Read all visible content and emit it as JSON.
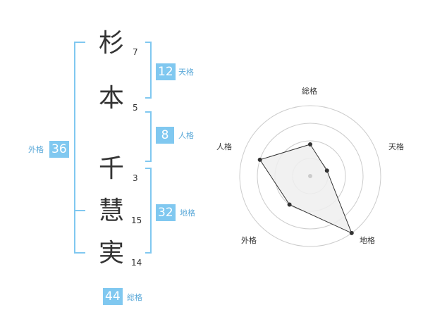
{
  "name": {
    "surname": [
      {
        "char": "杉",
        "strokes": "7"
      },
      {
        "char": "本",
        "strokes": "5"
      }
    ],
    "given": [
      {
        "char": "千",
        "strokes": "3"
      },
      {
        "char": "慧",
        "strokes": "15"
      },
      {
        "char": "実",
        "strokes": "14"
      }
    ]
  },
  "kaku": {
    "tenkaku": {
      "value": "12",
      "label": "天格"
    },
    "jinkaku": {
      "value": "8",
      "label": "人格"
    },
    "chikaku": {
      "value": "32",
      "label": "地格"
    },
    "gaikaku": {
      "value": "36",
      "label": "外格"
    },
    "soukaku": {
      "value": "44",
      "label": "総格"
    }
  },
  "radar": {
    "labels": {
      "soukaku": "総格",
      "tenkaku": "天格",
      "chikaku": "地格",
      "gaikaku": "外格",
      "jinkaku": "人格"
    },
    "rings": 4,
    "scores": {
      "soukaku": 1.8,
      "tenkaku": 1.0,
      "chikaku": 4.0,
      "gaikaku": 2.0,
      "jinkaku": 3.0
    },
    "max": 4
  },
  "colors": {
    "accent": "#80c8f0",
    "bracket": "#80c8f0",
    "ring": "#cccccc",
    "fill": "#eeeeee"
  }
}
